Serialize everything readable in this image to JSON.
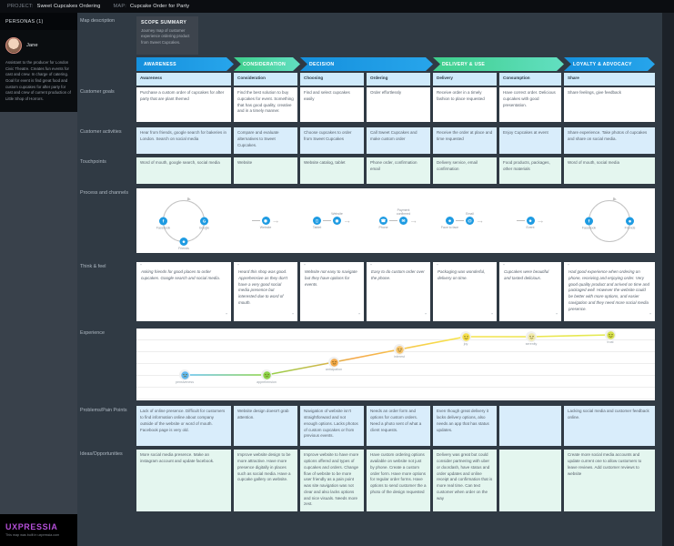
{
  "top_bar": {
    "project_label": "PROJECT:",
    "project_name": "Sweet Cupcakes Ordering",
    "map_label": "MAP:",
    "map_name": "Cupcake Order for Party"
  },
  "sidebar": {
    "personas_header": "PERSONAS (1)",
    "persona": {
      "name": "Jane",
      "bio": "Assistant to the producer for London Civic Theatre. Creates fun events for cast and crew. In charge of catering. Goal for event is find great food and custom cupcakes for after party for cast and crew of current production of Little Shop of Horrors."
    }
  },
  "footer": {
    "logo": "UXPRESSIA",
    "tagline": "This map was built in uxpressia.com"
  },
  "scope": {
    "title": "SCOPE SUMMARY",
    "text": "Journey map of customer experience ordering product from Sweet Cupcakes."
  },
  "row_labels": {
    "map_description": "Map description",
    "goals": "Customer goals",
    "activities": "Customer activities",
    "touchpoints": "Touchpoints",
    "process": "Process and channels",
    "think": "Think & feel",
    "experience": "Experience",
    "problems": "Problems/Pain Points",
    "ideas": "Ideas/Opportunities"
  },
  "stages": [
    {
      "label": "AWARENESS",
      "color": "#1797e0"
    },
    {
      "label": "CONSIDERATION",
      "color": "#45d49a"
    },
    {
      "label": "DECISION",
      "color": "#1797e0"
    },
    {
      "label": "DELIVERY & USE",
      "color": "#45d49a"
    },
    {
      "label": "LOYALTY & ADVOCACY",
      "color": "#1797e0"
    }
  ],
  "columns": [
    {
      "substage": "Awareness",
      "goal": "Purchase a custom order of cupcakes for after party that are plant themed",
      "activity": "Hear from friends, google search for bakeries in London. Search on social media",
      "touchpoint": "Word of mouth, google search, social media",
      "think": "Asking friends for good places to order cupcakes. Google search and social media.",
      "problem": "Lack of online presence. Difficult for customers to find information online about company outside of the website or word of mouth. Facebook page is very old.",
      "idea": "More social media presence. Make an instagram account and update facebook.",
      "emotion": {
        "name": "pensiveness",
        "color": "#62b8f0"
      }
    },
    {
      "substage": "Consideration",
      "goal": "Find the best solution to buy cupcakes for event. Something that has good quality, creative and in a timely manner.",
      "activity": "Compare and evaluate alternatives to Sweet Cupcakes.",
      "touchpoint": "Website",
      "think": "Heard this shop was good. Apprehensive as they don't have a very good social media presence but interested due to word of mouth.",
      "problem": "Website design doesn't grab attention.",
      "idea": "Improve website design to be more attractive. Have more presence digitally in places such as social media. Have a cupcake gallery on website.",
      "emotion": {
        "name": "apprehension",
        "color": "#8bd44a"
      }
    },
    {
      "substage": "Choosing",
      "goal": "Find and select cupcakes easily",
      "activity": "Choose cupcakes to order from Sweet Cupcakes",
      "touchpoint": "Website catalog, tablet",
      "think": "Website not easy to navigate but they have options for events.",
      "problem": "Navigation of website isn't straightforward and not enough options. Lacks photos of custom cupcakes or from previous events.",
      "idea": "Improve website to have more options offered and types of cupcakes and orders. Change flow of website to be more user friendly as a pain point was site navigation was not clear and also lacks options and nice visuals. Needs more zest.",
      "emotion": {
        "name": "anticipation",
        "color": "#f5a94b"
      }
    },
    {
      "substage": "Ordering",
      "goal": "Order effortlessly",
      "activity": "Call Sweet Cupcakes and make custom order",
      "touchpoint": "Phone order, confirmation email",
      "think": "Easy to do custom order over the phone.",
      "problem": "Needs an order form and options for custom orders. Need a photo sent of what a client requests.",
      "idea": "Have custom ordering options available on website not just by phone. Create a custom order form. Have more options for regular order forms. Have options to send customer the a photo of the design requested",
      "emotion": {
        "name": "interest",
        "color": "#f7c46c"
      }
    },
    {
      "substage": "Delivery",
      "goal": "Receive order in a timely fashion to place requested",
      "activity": "Receive the order at place and time requested",
      "touchpoint": "Delivery service, email confirmation",
      "think": "Packaging was wonderful, delivery on time.",
      "problem": "Even though great delivery it lacks delivery options, also needs an app that has status updates.",
      "idea": "Delivery was great but could consider partnering with uber or doordash, have status and order updates and online receipt and confirmation that is more real time. Can text customer when order on the way",
      "emotion": {
        "name": "joy",
        "color": "#f7e04b"
      }
    },
    {
      "substage": "Consumption",
      "goal": "Have correct order. Delicious cupcakes with good presentation.",
      "activity": "Enjoy Cupcakes at event",
      "touchpoint": "Food products, packages, other materials",
      "think": "Cupcakes were beautiful and tasted delicious.",
      "problem": "",
      "idea": "",
      "emotion": {
        "name": "serenity",
        "color": "#f0e9a8"
      }
    },
    {
      "substage": "Share",
      "goal": "Share feelings, give feedback",
      "activity": "Share experience. Take photos of cupcakes and share on social media.",
      "touchpoint": "Word of mouth, social media",
      "think": "Had good experience when ordering on phone, receiving and enjoying order. Very good quality product and arrived on time and packaged well. However the website could be better with more options, and easier navigation and they need more social media presence.",
      "problem": "Lacking social media and customer feedback online.",
      "idea": "Create more social media accounts and update current one to allow customers to leave reviews. Add customer reviews to website",
      "emotion": {
        "name": "trust",
        "color": "#d6e14e"
      }
    }
  ],
  "process": {
    "loop_awareness": [
      {
        "label": "Facebook",
        "glyph": "f"
      },
      {
        "label": "Google",
        "glyph": "G"
      },
      {
        "label": "Friends",
        "glyph": "☻"
      }
    ],
    "consideration": [
      {
        "label": "Website",
        "glyph": "◉"
      }
    ],
    "choosing": [
      {
        "label": "Tablet",
        "glyph": "▯"
      },
      {
        "label": "Website",
        "glyph": "◉"
      }
    ],
    "ordering": [
      {
        "label": "Phone",
        "glyph": "☎"
      },
      {
        "label": "Payment confirmed",
        "glyph": "✉"
      }
    ],
    "delivery": [
      {
        "label": "Face to face",
        "glyph": "☻"
      },
      {
        "label": "Email",
        "glyph": "@"
      }
    ],
    "consumption": [
      {
        "label": "Event",
        "glyph": "☻"
      }
    ],
    "loop_share": [
      {
        "label": "Facebook",
        "glyph": "f"
      },
      {
        "label": "Friends",
        "glyph": "☻"
      }
    ]
  },
  "colors": {
    "stage_blue": "#1797e0",
    "stage_green": "#45d49a",
    "icon_blue": "#1e9be2",
    "card_blue": "#d9edfb",
    "card_green": "#e4f6ef",
    "header_blue": "#cfeafb",
    "logo_purple": "#b44fd8"
  }
}
